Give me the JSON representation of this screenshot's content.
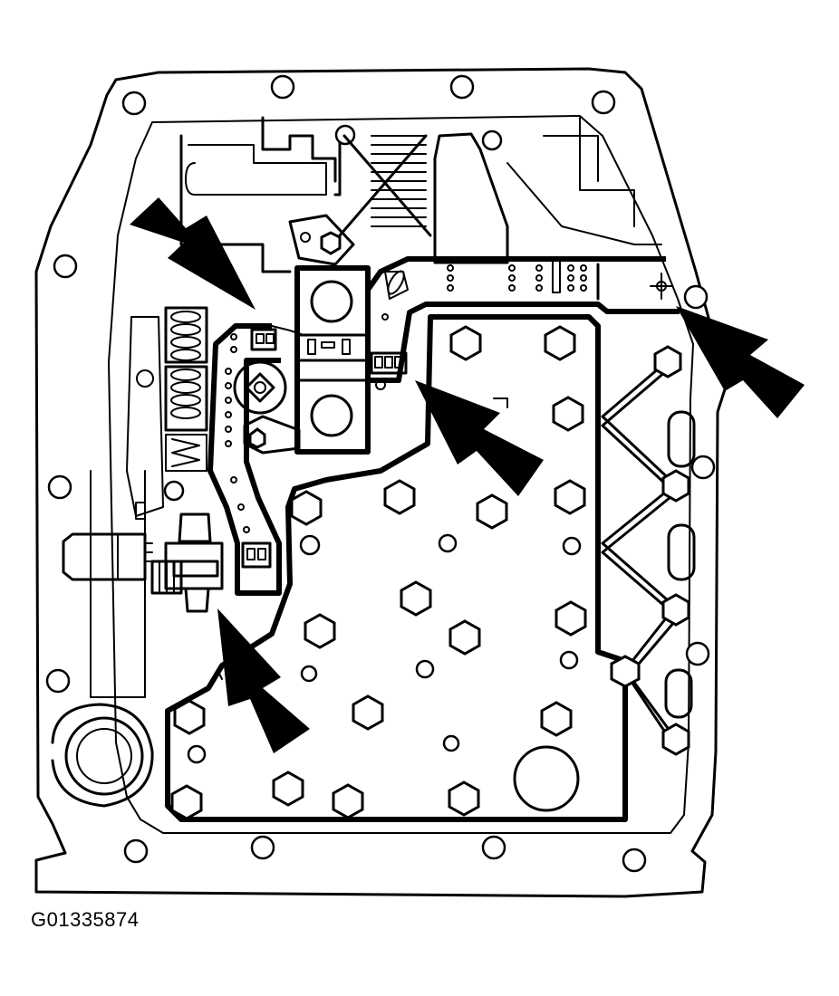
{
  "figure_code": "G01335874",
  "colors": {
    "ink": "#000000",
    "paper": "#ffffff"
  },
  "callouts": [
    {
      "name": "arrow-upper-left"
    },
    {
      "name": "arrow-right"
    },
    {
      "name": "arrow-center"
    },
    {
      "name": "arrow-lower-left"
    }
  ]
}
